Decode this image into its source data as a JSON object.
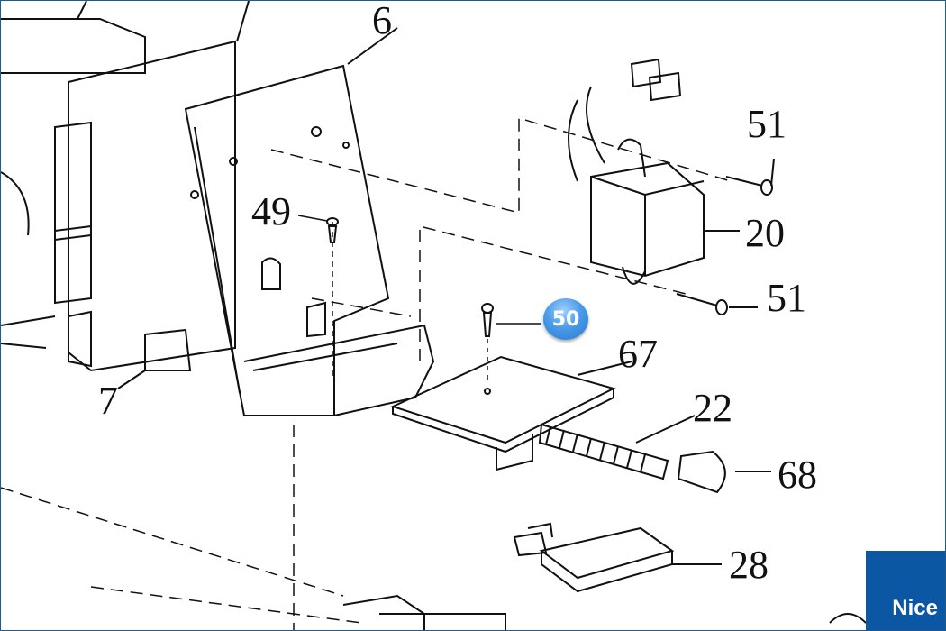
{
  "diagram": {
    "part_labels": [
      "6",
      "49",
      "51",
      "20",
      "51",
      "67",
      "22",
      "68",
      "28",
      "7"
    ],
    "hotspot": {
      "label": "50",
      "color": "#4a9be8"
    },
    "brand": {
      "label": "Nice",
      "color": "#0b57a4"
    }
  }
}
